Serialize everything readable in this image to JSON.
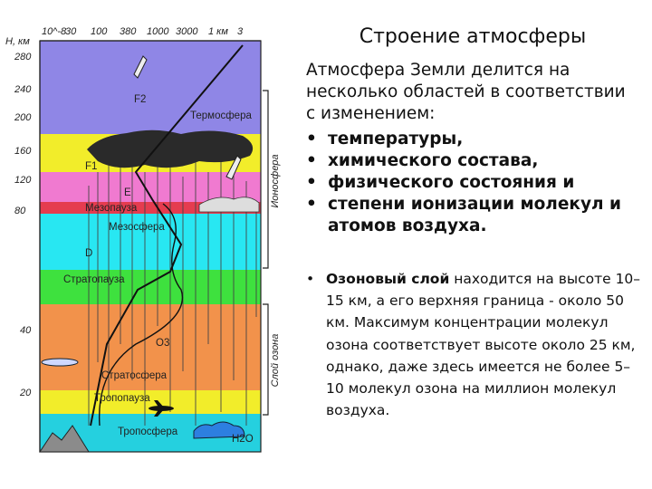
{
  "title": "Строение атмосферы",
  "intro": "Атмосфера Земли делится на несколько областей в соответствии с изменением:",
  "criteria": [
    "температуры,",
    "химического состава,",
    "физического состояния и",
    "степени ионизации молекул и атомов воздуха."
  ],
  "ozone": {
    "term": "Озоновый слой",
    "text": " находится на высоте 10–15 км, а его верхняя граница - около 50 км. Максимум концентрации молекул озона соответствует высоте около 25 км, однако, даже здесь имеется не более 5–10 молекул озона на миллион молекул воздуха."
  },
  "figure": {
    "h_axis_label": "H, км",
    "top_ticks": [
      "10^-8",
      "30",
      "100",
      "380",
      "1000",
      "3000",
      "1 км",
      "3"
    ],
    "height_ticks": [
      "280",
      "240",
      "200",
      "160",
      "120",
      "80",
      "40",
      "20"
    ],
    "layers": {
      "thermosphere": "Термосфера",
      "mesopause": "Мезопауза",
      "mesosphere": "Мезосфера",
      "stratopause": "Стратопауза",
      "stratosphere": "Стратосфера",
      "tropopause": "Тропопауза",
      "troposphere": "Тропосфера"
    },
    "region_letters": [
      "F2",
      "F1",
      "E",
      "D"
    ],
    "ozone_symbol": "O3",
    "water_symbol": "H2O",
    "side_labels": {
      "ionosphere": "Ионосфера",
      "ozone_layer": "Слой озона"
    },
    "colors": {
      "thermosphere": "#8f86e6",
      "yellow": "#f2ed2a",
      "pink": "#f07ad0",
      "mesopause": "#e53c4f",
      "cyan": "#28e7f2",
      "green": "#3ee13e",
      "orange": "#f2924b",
      "troposphere": "#25d0df"
    }
  }
}
